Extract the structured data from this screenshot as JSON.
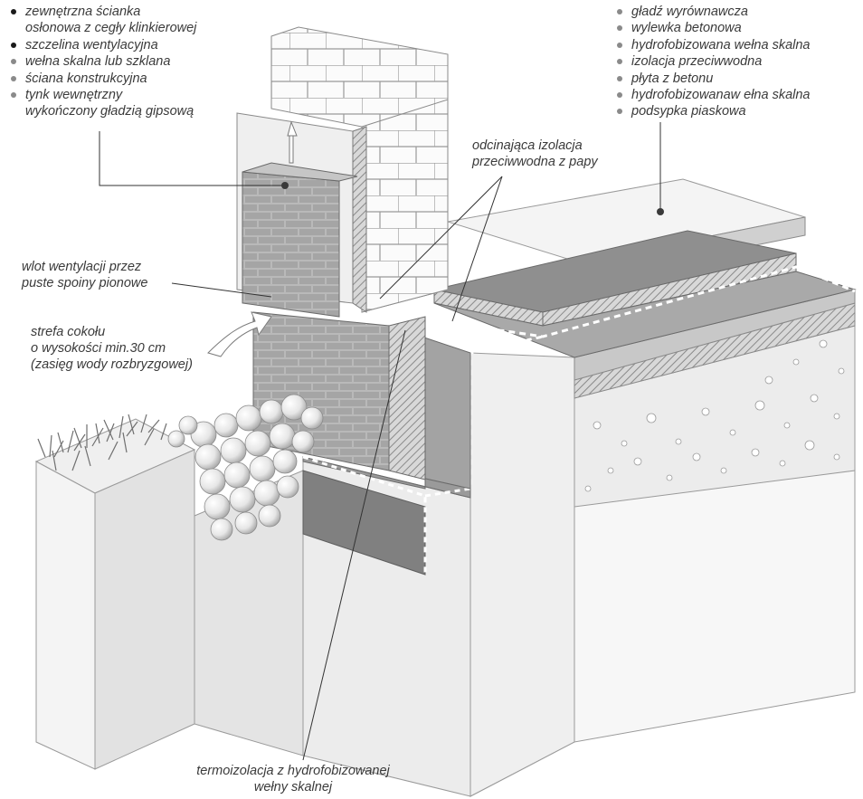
{
  "left_list": [
    {
      "line1": "zewnętrzna ścianka",
      "line2": "osłonowa z cegły klinkierowej",
      "bullet": "dark"
    },
    {
      "line1": "szczelina wentylacyjna",
      "line2": "",
      "bullet": "dark"
    },
    {
      "line1": "wełna skalna lub szklana",
      "line2": "",
      "bullet": "grey"
    },
    {
      "line1": "ściana konstrukcyjna",
      "line2": "",
      "bullet": "grey"
    },
    {
      "line1": "tynk wewnętrzny",
      "line2": "wykończony gładzią gipsową",
      "bullet": "grey"
    }
  ],
  "right_list": [
    "gładź wyrównawcza",
    "wylewka betonowa",
    "hydrofobizowana wełna skalna",
    "izolacja przeciwwodna",
    "płyta z betonu",
    "hydrofobizowanaw ełna skalna",
    "podsypka piaskowa"
  ],
  "labels": {
    "papa_1": "odcinająca izolacja",
    "papa_2": "przeciwwodna z papy",
    "wlot_1": "wlot wentylacji przez",
    "wlot_2": "puste spoiny pionowe",
    "cokol_1": "strefa cokołu",
    "cokol_2": "o wysokości min.30 cm",
    "cokol_3": "(zasięg wody rozbryzgowej)",
    "termo_1": "termoizolacja z hydrofobizowanej",
    "termo_2": "wełny skalnej"
  },
  "colors": {
    "concrete": "#e9e9e9",
    "concrete_dark": "#c9c9c9",
    "insulation": "#9a9a9a",
    "clinker": "#b3b3b3",
    "block": "#fbfbfb",
    "dashed_line": "#ffffff"
  }
}
